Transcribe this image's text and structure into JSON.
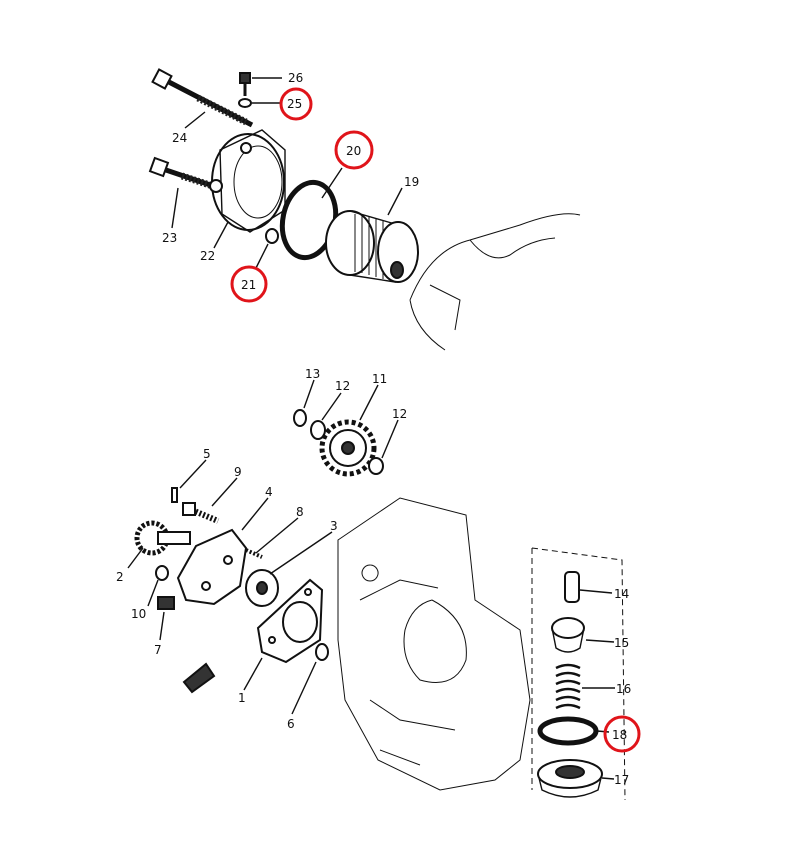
{
  "callouts": {
    "p1": "1",
    "p2": "2",
    "p3": "3",
    "p4": "4",
    "p5": "5",
    "p6": "6",
    "p7": "7",
    "p8": "8",
    "p9": "9",
    "p10": "10",
    "p11": "11",
    "p12a": "12",
    "p12b": "12",
    "p13": "13",
    "p14": "14",
    "p15": "15",
    "p16": "16",
    "p17": "17",
    "p18": "18",
    "p19": "19",
    "p20": "20",
    "p21": "21",
    "p22": "22",
    "p23": "23",
    "p24": "24",
    "p25": "25",
    "p26": "26"
  },
  "highlighted_parts": [
    "18",
    "20",
    "21",
    "25"
  ],
  "colors": {
    "line": "#111111",
    "highlight": "#e0141a",
    "background": "#ffffff"
  }
}
